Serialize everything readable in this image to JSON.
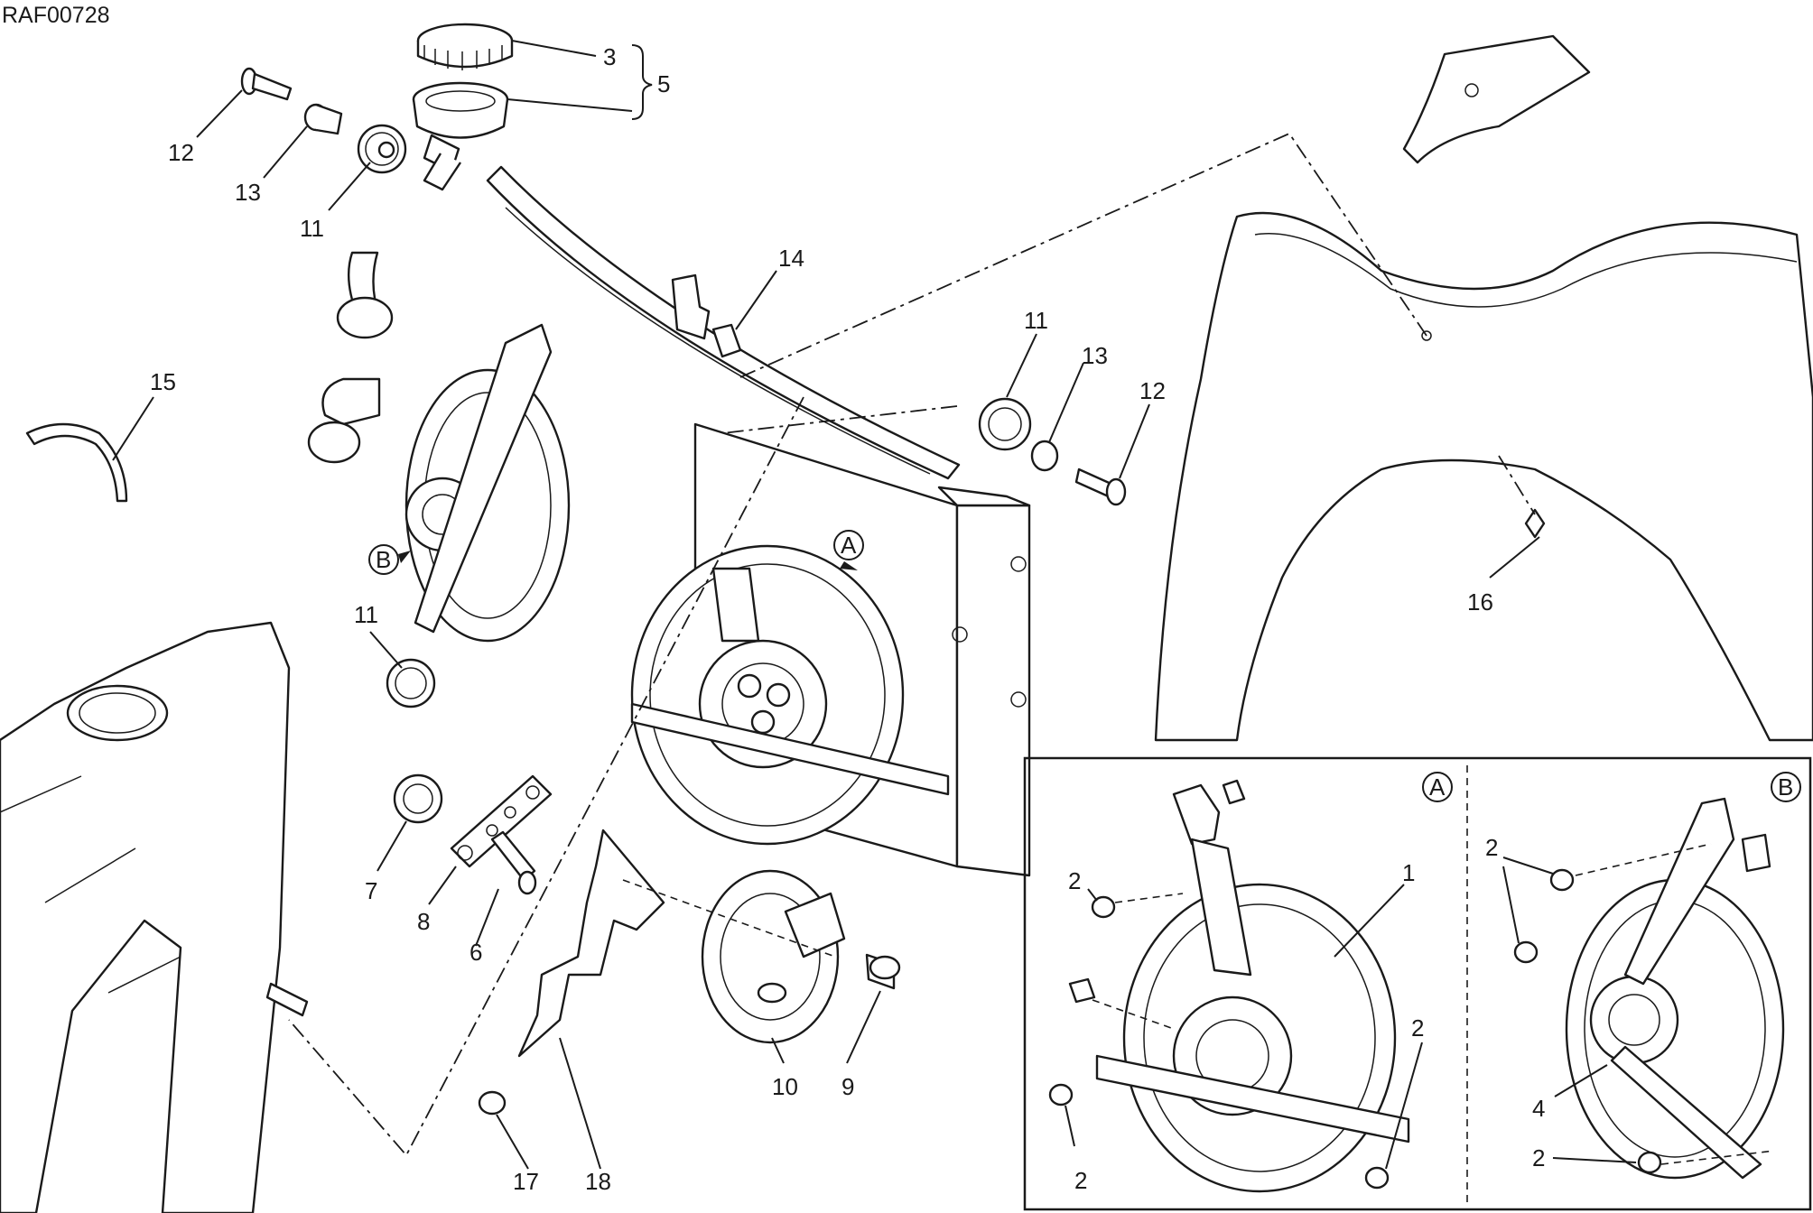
{
  "drawing_code": "RAF00728",
  "callouts": {
    "n3": "3",
    "n5": "5",
    "n12a": "12",
    "n13a": "13",
    "n11a": "11",
    "n14": "14",
    "n15": "15",
    "n11b": "11",
    "n13b": "13",
    "n12b": "12",
    "n11c": "11",
    "n7": "7",
    "n8": "8",
    "n6": "6",
    "n16": "16",
    "n17": "17",
    "n18": "18",
    "n10": "10",
    "n9": "9"
  },
  "markers": {
    "a": "A",
    "b": "B"
  },
  "inset_a": {
    "marker": "A",
    "callouts": {
      "n2a": "2",
      "n1": "1",
      "n2b": "2",
      "n2c": "2"
    }
  },
  "inset_b": {
    "marker": "B",
    "callouts": {
      "n2a": "2",
      "n4": "4",
      "n2b": "2"
    }
  }
}
